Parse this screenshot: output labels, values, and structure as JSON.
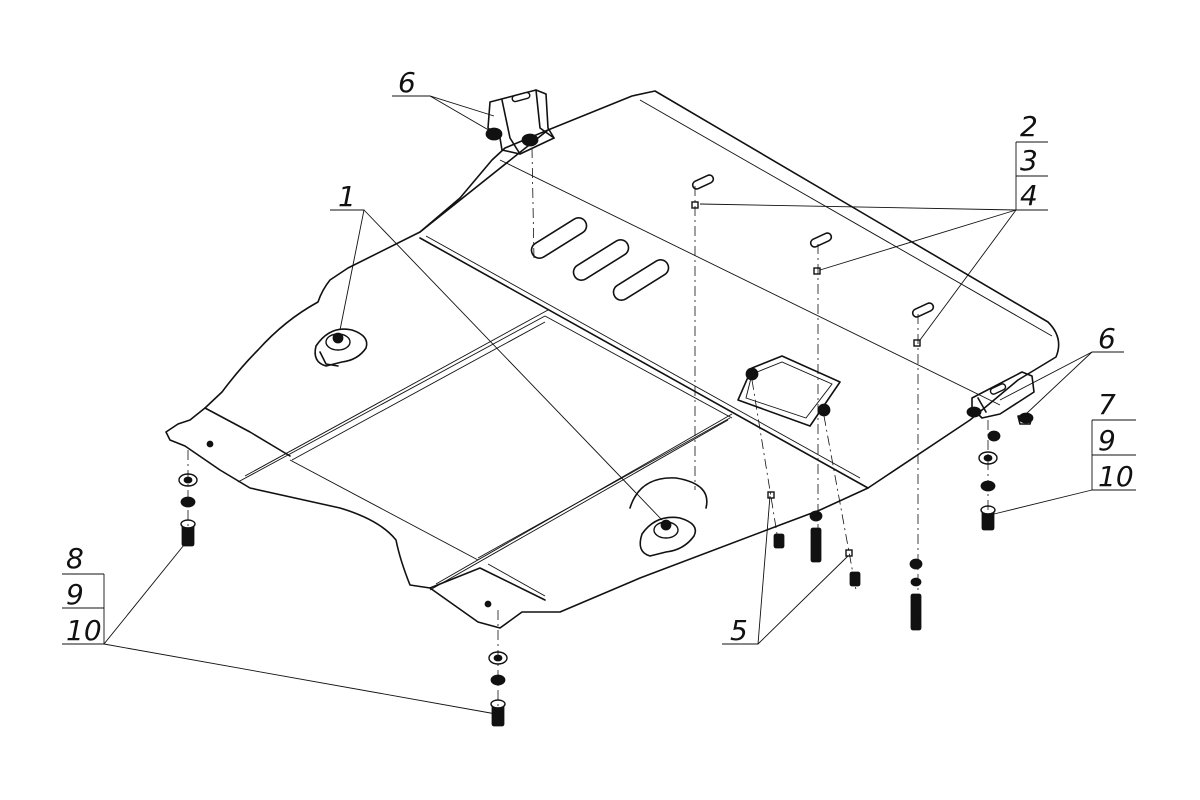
{
  "callouts": {
    "c1": "1",
    "c2": "2",
    "c3": "3",
    "c4": "4",
    "c5": "5",
    "c6_top": "6",
    "c6_right": "6",
    "c7": "7",
    "c9_right": "9",
    "c10_right": "10",
    "c8": "8",
    "c9_left": "9",
    "c10_left": "10"
  },
  "colors": {
    "ink": "#111111",
    "background": "#ffffff"
  }
}
